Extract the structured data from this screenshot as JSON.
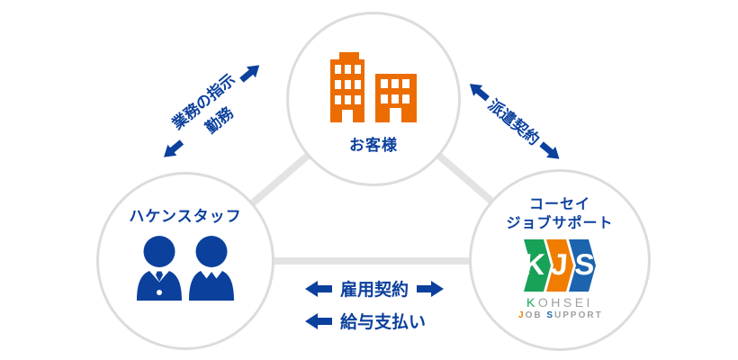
{
  "nodes": {
    "customer": {
      "label": "お客様",
      "icon": "buildings-icon"
    },
    "staff": {
      "label": "ハケンスタッフ",
      "icon": "two-persons-icon"
    },
    "agency": {
      "label_line1": "コーセイ",
      "label_line2": "ジョブサポート",
      "logo": {
        "letters": [
          "K",
          "J",
          "S"
        ],
        "kohsei_first": "K",
        "kohsei_rest": "OHSEI",
        "job_first": "J",
        "job_rest": "OB",
        "support_first": "S",
        "support_rest": "UPPORT"
      }
    }
  },
  "edges": {
    "staff_customer": {
      "label_line1": "業務の指示",
      "label_line2": "勤務",
      "direction": "bidirectional"
    },
    "customer_agency": {
      "label": "派遣契約",
      "direction": "bidirectional"
    },
    "staff_agency": {
      "label_line1": "雇用契約",
      "label_line2": "給与支払い",
      "direction_line1": "bidirectional",
      "direction_line2": "left"
    }
  },
  "colors": {
    "primary_blue": "#0b409d",
    "building_orange": "#ec6c00",
    "logo_green": "#17a257",
    "logo_orange": "#f07d00",
    "logo_blue": "#1c64ae",
    "logo_gray": "#9fa0a0",
    "circle_border": "#dcdcdc",
    "connector_gray": "#e3e3e3"
  }
}
